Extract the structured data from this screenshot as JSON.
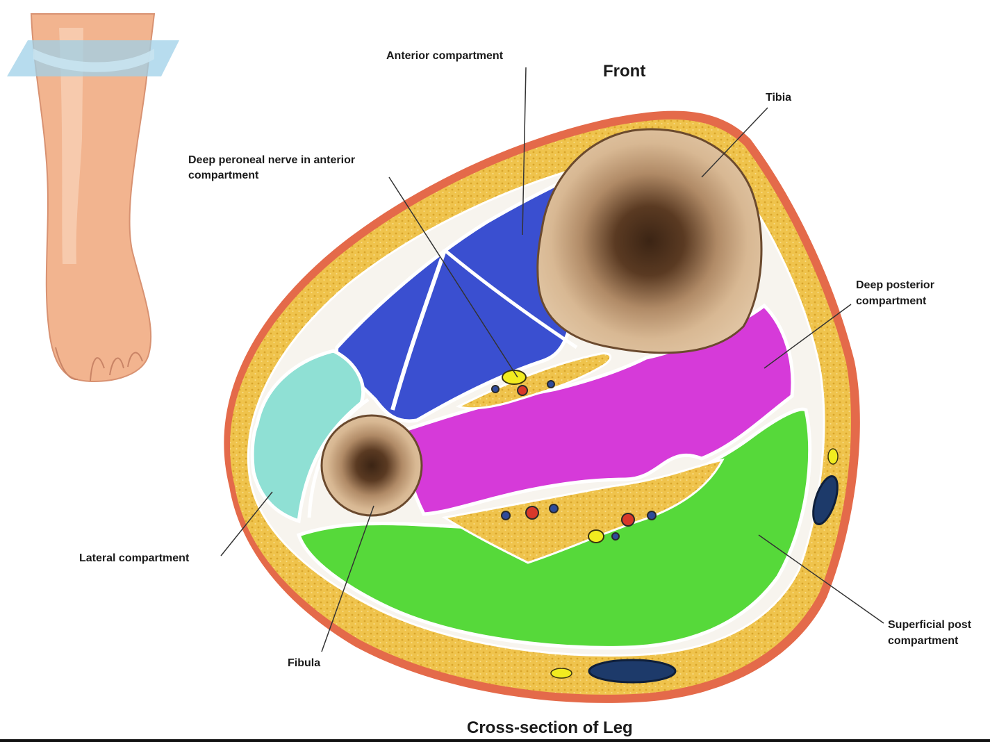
{
  "labels": {
    "front": "Front",
    "anterior": "Anterior compartment",
    "tibia": "Tibia",
    "deep_peroneal_1": "Deep peroneal nerve in anterior",
    "deep_peroneal_2": "compartment",
    "deep_posterior_1": "Deep posterior",
    "deep_posterior_2": "compartment",
    "lateral": "Lateral compartment",
    "fibula": "Fibula",
    "superficial_1": "Superficial post",
    "superficial_2": "compartment",
    "caption": "Cross-section of Leg"
  },
  "colors": {
    "skin": "#e46a4a",
    "fat": "#eec24a",
    "anterior": "#3a4fd0",
    "lateral": "#8fe0d4",
    "deep_posterior": "#d63ad9",
    "superficial_posterior": "#56d93a",
    "bone": "#d8b893",
    "marrow": "#3b2414"
  }
}
